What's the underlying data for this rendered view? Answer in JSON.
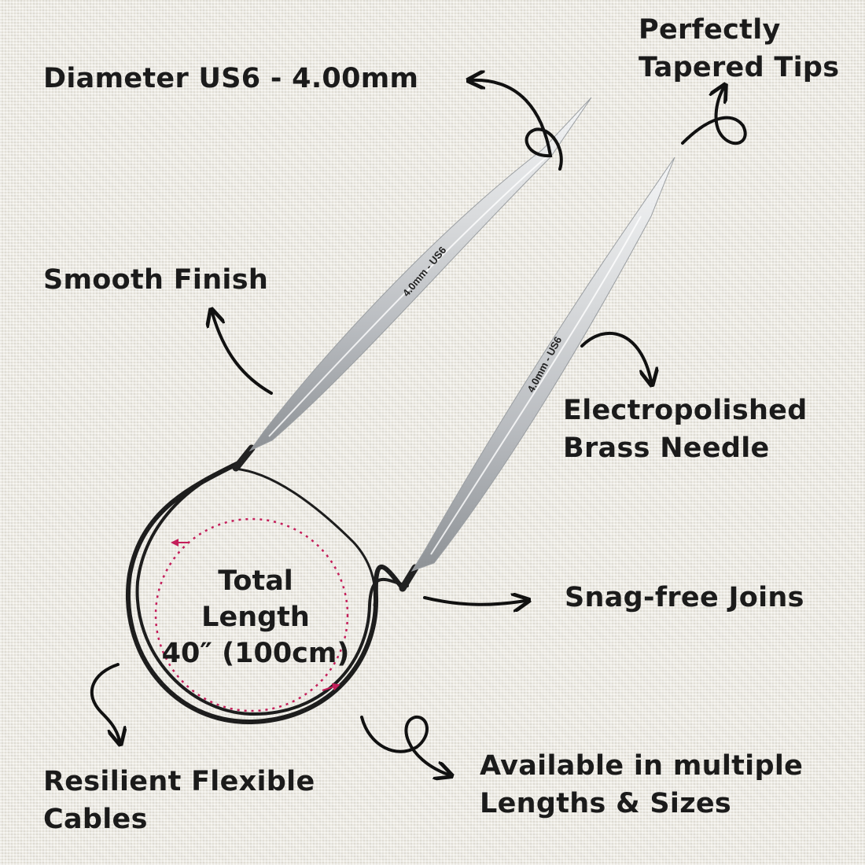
{
  "labels": {
    "diameter": "Diameter US6 - 4.00mm",
    "tapered_tips": [
      "Perfectly",
      "Tapered Tips"
    ],
    "smooth_finish": "Smooth Finish",
    "electropolished": [
      "Electropolished",
      "Brass Needle"
    ],
    "snag_free": "Snag-free Joins",
    "resilient": [
      "Resilient Flexible",
      "Cables"
    ],
    "available": [
      "Available in multiple",
      "Lengths & Sizes"
    ],
    "total_length": [
      "Total",
      "Length",
      "40″ (100cm)"
    ]
  },
  "needle_marking": "4.0mm - US6",
  "icons": [
    "curly-arrow-icon",
    "dotted-circle-arrow-icon"
  ],
  "colors": {
    "text": "#1b1b1b",
    "cable": "#1d1d1d",
    "needle": "#c9ccd0",
    "dotted_circle": "#c41e5a"
  }
}
